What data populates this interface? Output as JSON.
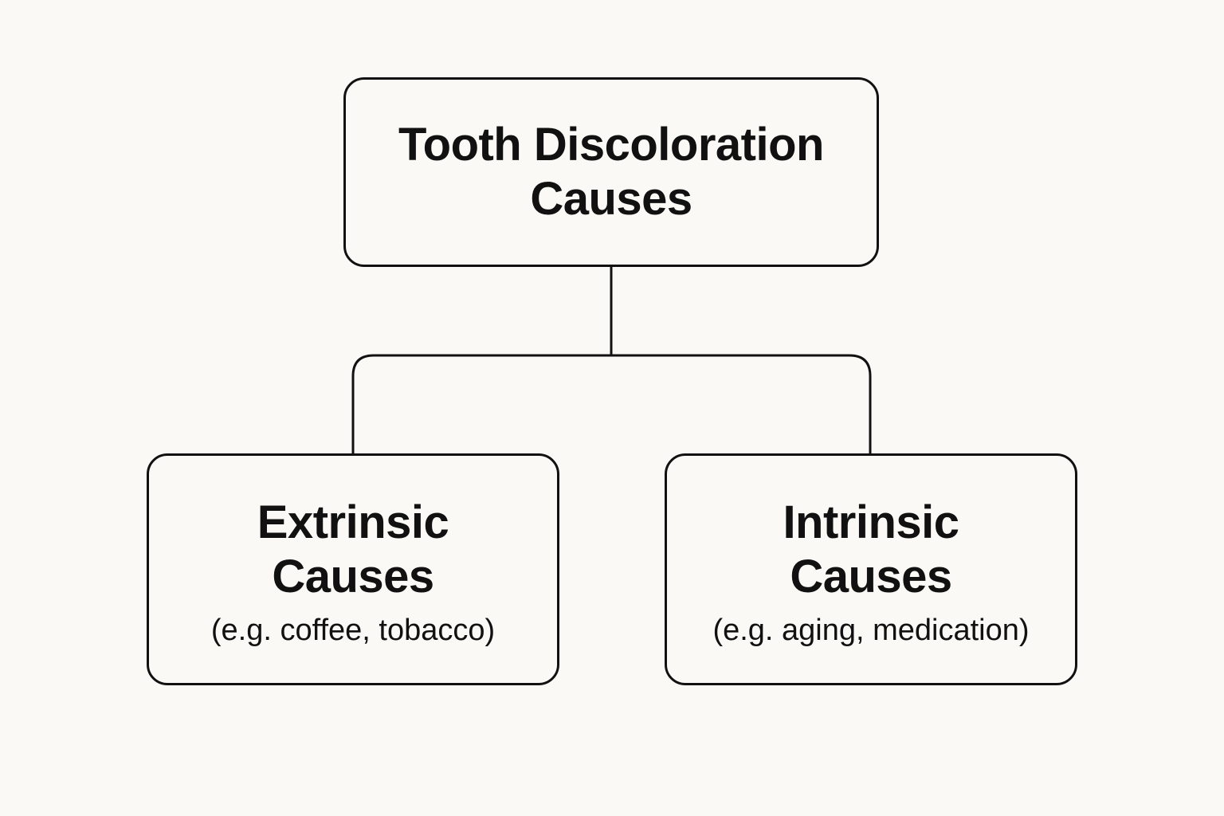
{
  "root": {
    "line1": "Tooth Discoloration",
    "line2": "Causes"
  },
  "children": [
    {
      "line1": "Extrinsic",
      "line2": "Causes",
      "example": "(e.g. coffee, tobacco)"
    },
    {
      "line1": "Intrinsic",
      "line2": "Causes",
      "example": "(e.g. aging, medication)"
    }
  ],
  "colors": {
    "background": "#faf9f6",
    "stroke": "#111111",
    "text": "#111111"
  }
}
